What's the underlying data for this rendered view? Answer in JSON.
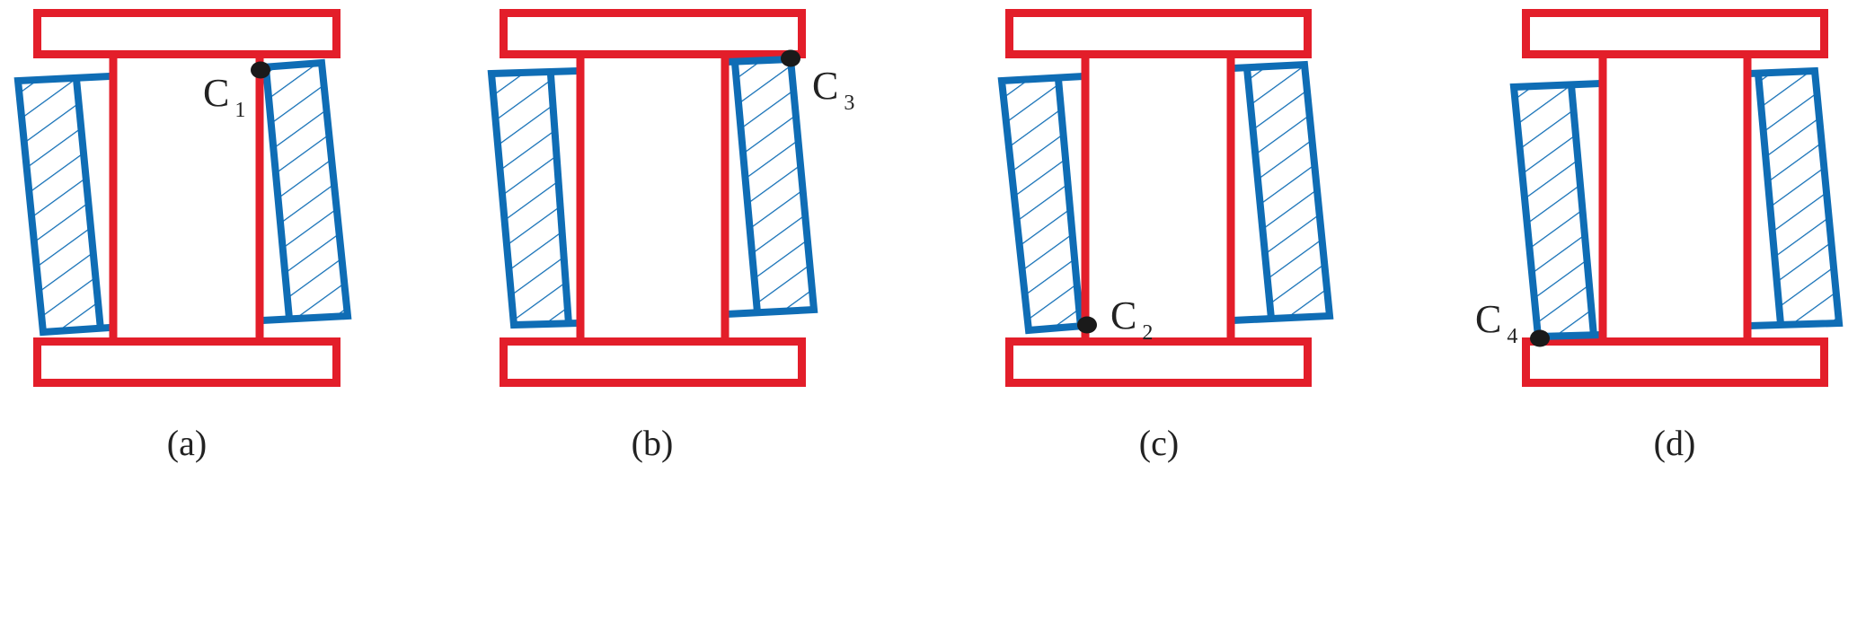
{
  "colors": {
    "frame": "#e31e2a",
    "block": "#0f6db5",
    "point": "#1a1a1a"
  },
  "panels": [
    {
      "caption": "(a)",
      "point": {
        "letter": "C",
        "sub": "1"
      }
    },
    {
      "caption": "(b)",
      "point": {
        "letter": "C",
        "sub": "3"
      }
    },
    {
      "caption": "(c)",
      "point": {
        "letter": "C",
        "sub": "2"
      }
    },
    {
      "caption": "(d)",
      "point": {
        "letter": "C",
        "sub": "4"
      }
    }
  ]
}
